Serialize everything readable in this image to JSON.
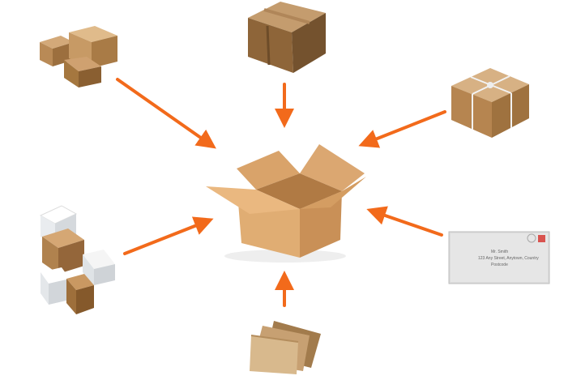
{
  "diagram": {
    "center": {
      "icon": "open-cardboard-box-icon"
    },
    "sources": [
      {
        "id": "top-left",
        "icon": "stacked-small-boxes-icon"
      },
      {
        "id": "top",
        "icon": "taped-parcel-box-icon"
      },
      {
        "id": "top-right",
        "icon": "string-tied-parcel-icon"
      },
      {
        "id": "left",
        "icon": "white-and-brown-box-stack-icon"
      },
      {
        "id": "right",
        "icon": "letter-envelope-icon"
      },
      {
        "id": "bottom",
        "icon": "padded-envelope-stack-icon"
      }
    ],
    "arrow_color": "#f26a1b",
    "envelope_text": [
      "Mr. Smith",
      "123 Any Street, Anytown, Country",
      "Postcode"
    ]
  }
}
